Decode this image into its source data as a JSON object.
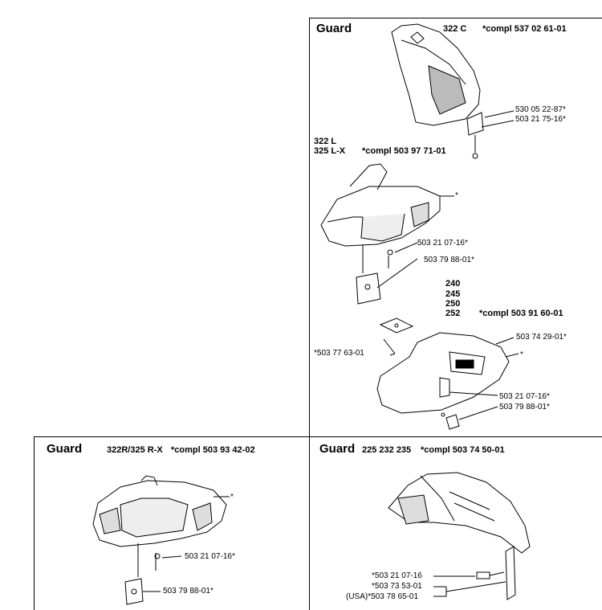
{
  "panels": {
    "top_right": {
      "title": "Guard",
      "model": "322 C",
      "compl": "*compl 537 02 61-01",
      "parts": [
        "530 05 22-87*",
        "503 21 75-16*"
      ],
      "sub1": {
        "model_line1": "322 L",
        "model_line2": "325 L-X",
        "compl": "*compl 503 97 71-01",
        "parts": [
          "*",
          "503 21 07-16*",
          "503 79 88-01*"
        ]
      },
      "sub2": {
        "models": [
          "240",
          "245",
          "250",
          "252"
        ],
        "compl": "*compl 503 91 60-01",
        "parts": [
          "503 74 29-01*",
          "*",
          "*503 77 63-01",
          "503 21 07-16*",
          "503 79 88-01*"
        ]
      }
    },
    "bottom_left": {
      "title": "Guard",
      "model": "322R/325 R-X",
      "compl": "*compl 503 93 42-02",
      "parts": [
        "*",
        "503 21 07-16*",
        "503 79 88-01*"
      ]
    },
    "bottom_right": {
      "title": "Guard",
      "model": "225 232 235",
      "compl": "*compl 503 74 50-01",
      "parts": [
        "*503 21 07-16",
        "*503 73 53-01",
        "(USA)*503 78 65-01"
      ]
    }
  }
}
